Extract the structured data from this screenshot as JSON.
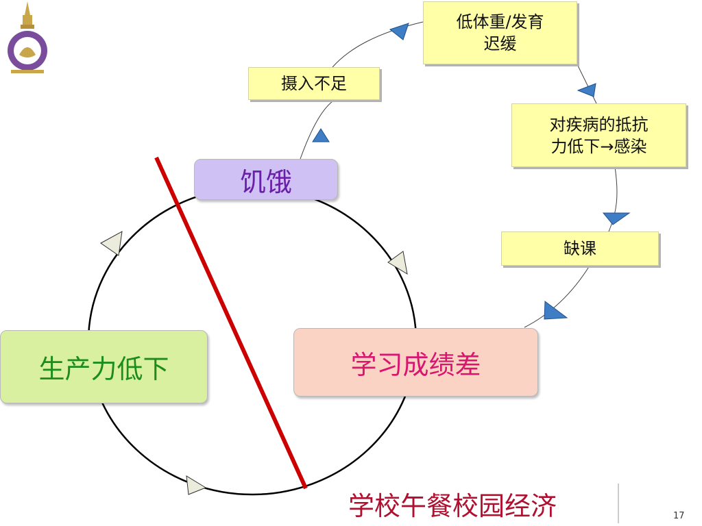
{
  "nodes": {
    "hunger": "饥饿",
    "poor_study": "学习成绩差",
    "low_productivity": "生产力低下",
    "insufficient_intake": "摄入不足",
    "low_weight": [
      "低体重/发育",
      "迟缓"
    ],
    "low_resistance": [
      "对疾病的抵抗",
      "力低下→感染"
    ],
    "absence": "缺课"
  },
  "footer": {
    "title": "学校午餐校园经济",
    "page_number": "17"
  },
  "colors": {
    "hunger_fill": "#d0c1f4",
    "hunger_text": "#6a1fa8",
    "study_fill": "#fad3c4",
    "study_text": "#d8166f",
    "productivity_fill": "#d8f0a0",
    "productivity_text": "#1c8c1c",
    "note_fill": "#ffffa8",
    "cut_line": "#cc0000",
    "outer_arrow": "#3f7ec4",
    "footer_text": "#b01030"
  }
}
